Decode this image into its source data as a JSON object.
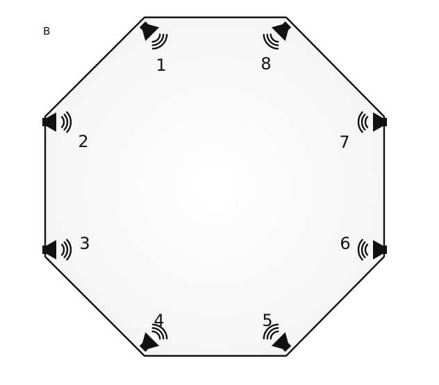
{
  "figure": {
    "panel_label": "B",
    "colors": {
      "outline": "#111111",
      "fill_center": "#ffffff",
      "fill_edge": "#f3f3f3",
      "speaker": "#111111"
    },
    "shape": "octagon",
    "speakers": [
      {
        "id": "1",
        "label": "1",
        "icon": "speaker-icon"
      },
      {
        "id": "2",
        "label": "2",
        "icon": "speaker-icon"
      },
      {
        "id": "3",
        "label": "3",
        "icon": "speaker-icon"
      },
      {
        "id": "4",
        "label": "4",
        "icon": "speaker-icon"
      },
      {
        "id": "5",
        "label": "5",
        "icon": "speaker-icon"
      },
      {
        "id": "6",
        "label": "6",
        "icon": "speaker-icon"
      },
      {
        "id": "7",
        "label": "7",
        "icon": "speaker-icon"
      },
      {
        "id": "8",
        "label": "8",
        "icon": "speaker-icon"
      }
    ]
  }
}
